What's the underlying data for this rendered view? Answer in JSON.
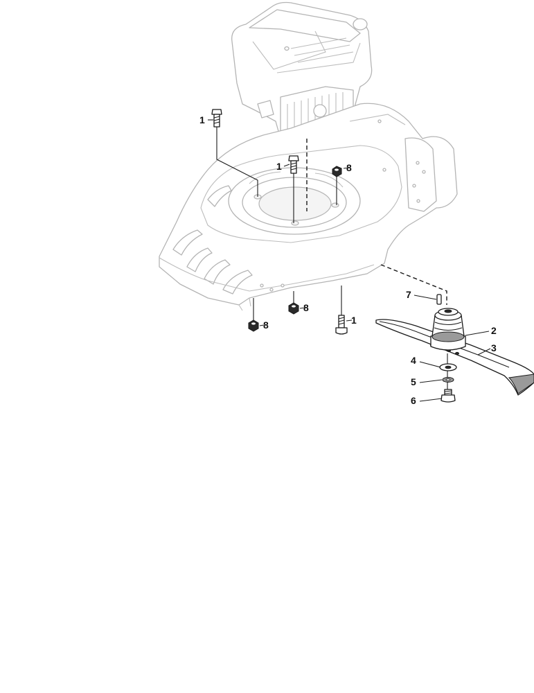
{
  "callouts": {
    "c1a": "1",
    "c1b": "1",
    "c1c": "1",
    "c2": "2",
    "c3": "3",
    "c4": "4",
    "c5": "5",
    "c6": "6",
    "c7": "7",
    "c8a": "8",
    "c8b": "8",
    "c8c": "8"
  }
}
